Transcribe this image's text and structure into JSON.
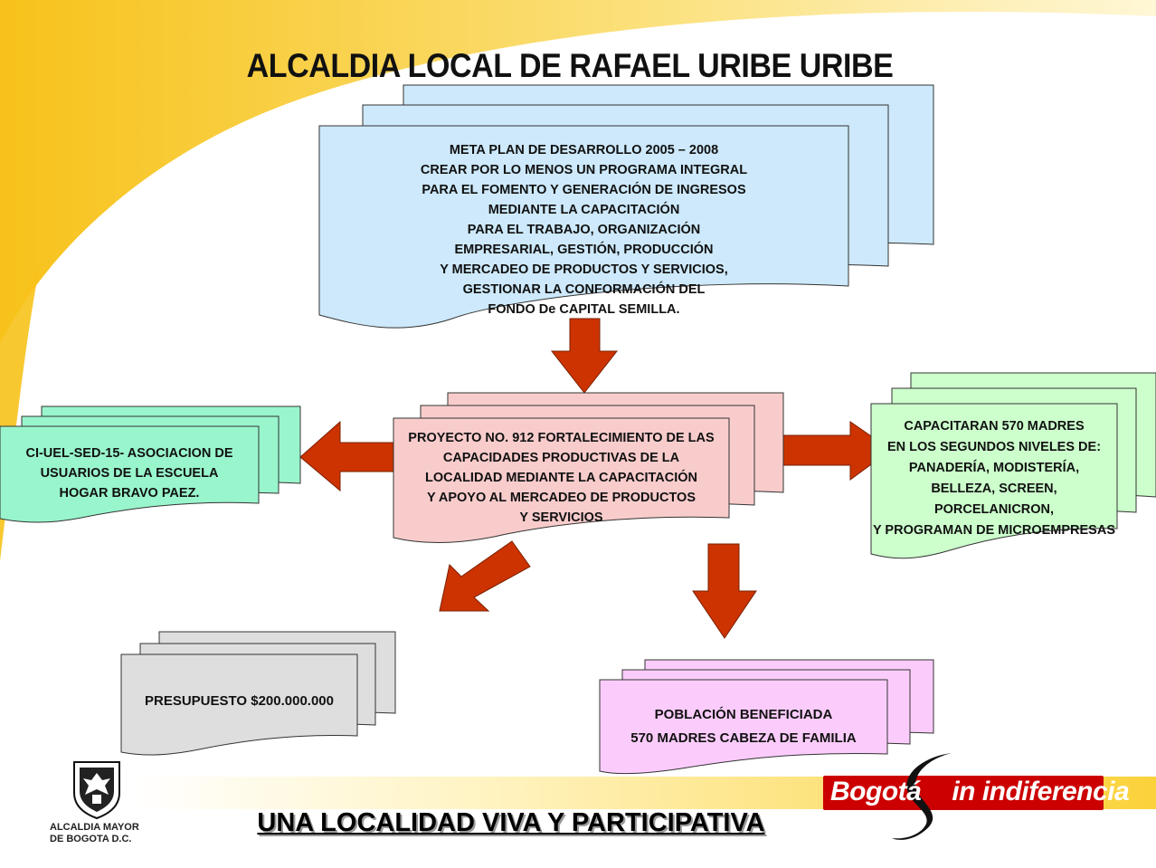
{
  "title": "ALCALDIA LOCAL DE RAFAEL URIBE URIBE",
  "slogan": "UNA LOCALIDAD VIVA Y PARTICIPATIVA",
  "city_logo": {
    "lines": [
      "ALCALDIA MAYOR",
      "DE BOGOTA D.C."
    ],
    "icon": "coat-of-arms-icon"
  },
  "brand": {
    "part1": "Bogotá",
    "part2": "in indiferencia",
    "icon": "swirl-s-icon",
    "colors": {
      "bar": "#cc0000",
      "text": "#ffffff"
    }
  },
  "nodes": {
    "meta": {
      "color": "#cde9fb",
      "lines": [
        "META PLAN DE DESARROLLO 2005 – 2008",
        "CREAR POR LO MENOS UN PROGRAMA INTEGRAL",
        "PARA EL FOMENTO Y GENERACIÓN DE INGRESOS",
        "MEDIANTE LA CAPACITACIÓN",
        "PARA EL TRABAJO, ORGANIZACIÓN",
        "EMPRESARIAL, GESTIÓN, PRODUCCIÓN",
        "Y MERCADEO DE PRODUCTOS Y SERVICIOS,",
        "GESTIONAR LA CONFORMACIÓN DEL",
        "FONDO De CAPITAL SEMILLA."
      ]
    },
    "proyecto": {
      "color": "#f9cccc",
      "lines": [
        "PROYECTO NO. 912 FORTALECIMIENTO DE LAS",
        "CAPACIDADES PRODUCTIVAS DE LA",
        "LOCALIDAD MEDIANTE LA CAPACITACIÓN",
        "Y APOYO AL MERCADEO DE PRODUCTOS",
        "Y SERVICIOS"
      ]
    },
    "asociacion": {
      "color": "#99f5cc",
      "lines": [
        "CI-UEL-SED-15- ASOCIACION DE",
        "USUARIOS DE LA ESCUELA",
        "HOGAR BRAVO PAEZ."
      ]
    },
    "capacitaran": {
      "color": "#ccffcc",
      "lines": [
        "CAPACITARAN 570 MADRES",
        "EN LOS SEGUNDOS NIVELES DE:",
        "PANADERÍA, MODISTERÍA,",
        "BELLEZA, SCREEN,",
        "PORCELANICRON,",
        "Y PROGRAMAN DE MICROEMPRESAS"
      ]
    },
    "presupuesto": {
      "color": "#dedede",
      "lines": [
        "PRESUPUESTO $200.000.000"
      ]
    },
    "poblacion": {
      "color": "#fbccfb",
      "lines": [
        "POBLACIÓN BENEFICIADA",
        "570 MADRES CABEZA DE FAMILIA"
      ]
    }
  },
  "edges": [
    {
      "from": "meta",
      "to": "proyecto"
    },
    {
      "from": "proyecto",
      "to": "asociacion"
    },
    {
      "from": "proyecto",
      "to": "capacitaran"
    },
    {
      "from": "proyecto",
      "to": "presupuesto"
    },
    {
      "from": "proyecto",
      "to": "poblacion"
    }
  ],
  "colors": {
    "arrow": "#cc3300",
    "background_swoosh": "#fbd23a"
  }
}
